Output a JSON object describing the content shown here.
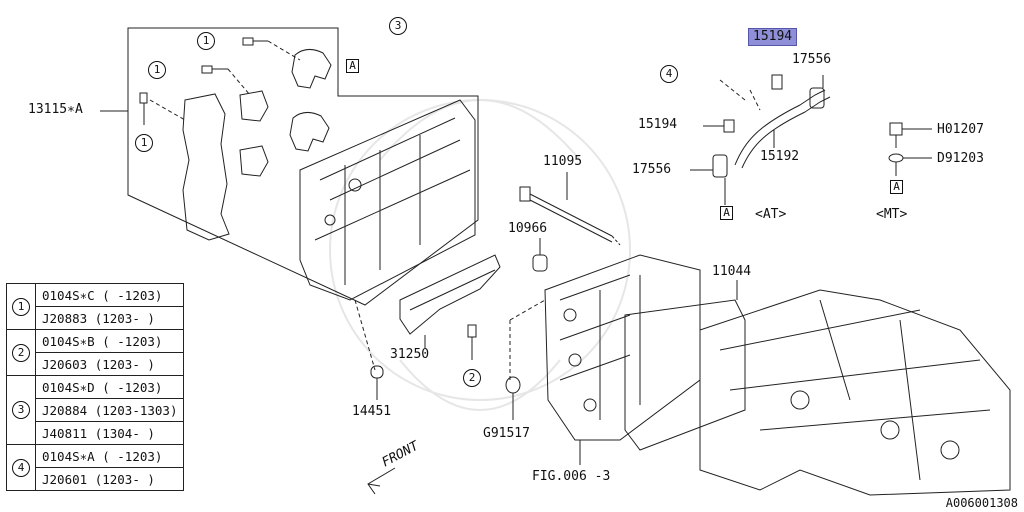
{
  "labels": {
    "p13115": "13115∗A",
    "p15194_hl": "15194",
    "p17556_a": "17556",
    "p15194_b": "15194",
    "p15192": "15192",
    "p17556_b": "17556",
    "at": "<AT>",
    "mt": "<MT>",
    "h01207": "H01207",
    "d91203": "D91203",
    "p11095": "11095",
    "p10966": "10966",
    "p11044": "11044",
    "p31250": "31250",
    "p14451": "14451",
    "g91517": "G91517",
    "fig": "FIG.006 -3",
    "front": "FRONT",
    "box_a": "A",
    "ref": "A006001308"
  },
  "callouts": {
    "c1": "1",
    "c2": "2",
    "c3": "3",
    "c4": "4"
  },
  "legend": [
    {
      "num": "1",
      "rows": [
        [
          "0104S∗C",
          "( -1203)"
        ],
        [
          "J20883",
          "(1203- )"
        ]
      ]
    },
    {
      "num": "2",
      "rows": [
        [
          "0104S∗B",
          "( -1203)"
        ],
        [
          "J20603",
          "(1203- )"
        ]
      ]
    },
    {
      "num": "3",
      "rows": [
        [
          "0104S∗D",
          "( -1203)"
        ],
        [
          "J20884",
          "(1203-1303)"
        ],
        [
          "J40811",
          "(1304- )"
        ]
      ]
    },
    {
      "num": "4",
      "rows": [
        [
          "0104S∗A",
          "( -1203)"
        ],
        [
          "J20601",
          "(1203- )"
        ]
      ]
    }
  ]
}
